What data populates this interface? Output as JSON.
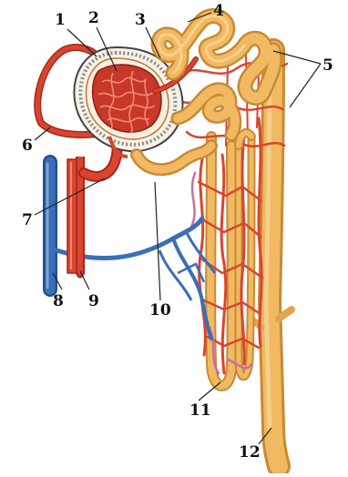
{
  "labels": [
    "1",
    "2",
    "3",
    "4",
    "5",
    "6",
    "7",
    "8",
    "9",
    "10",
    "11",
    "12"
  ],
  "colors": {
    "artery": "#d8452f",
    "artery_dark": "#a8261c",
    "vein": "#3a6fb8",
    "vein_dark": "#244f8e",
    "tubule": "#f1b962",
    "tubule_dark": "#c98a35",
    "tubule_light": "#f8d596",
    "capsule_dots": "#777777",
    "line": "#222222"
  }
}
